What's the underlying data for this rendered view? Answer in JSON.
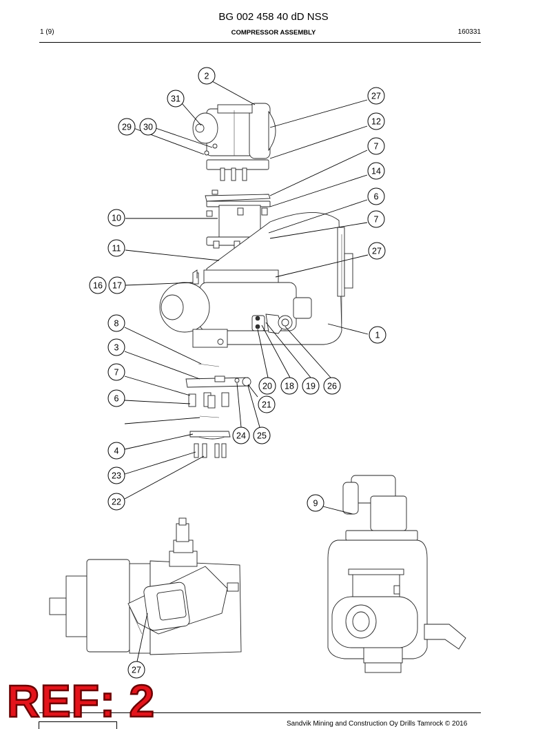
{
  "header": {
    "doc_number": "BG 002 458 40 dD NSS",
    "page_indicator": "1 (9)",
    "title": "COMPRESSOR ASSEMBLY",
    "date_code": "160331"
  },
  "footer": {
    "copyright": "Sandvik Mining and Construction Oy Drills Tamrock © 2016"
  },
  "stamp": {
    "text": "REF: 2",
    "color": "#e3141b"
  },
  "callouts": [
    "2",
    "31",
    "27",
    "12",
    "29",
    "30",
    "7",
    "14",
    "6",
    "10",
    "7",
    "11",
    "27",
    "16",
    "17",
    "1",
    "8",
    "3",
    "7",
    "20",
    "18",
    "19",
    "26",
    "6",
    "21",
    "24",
    "25",
    "4",
    "23",
    "22",
    "9",
    "27",
    "27"
  ]
}
